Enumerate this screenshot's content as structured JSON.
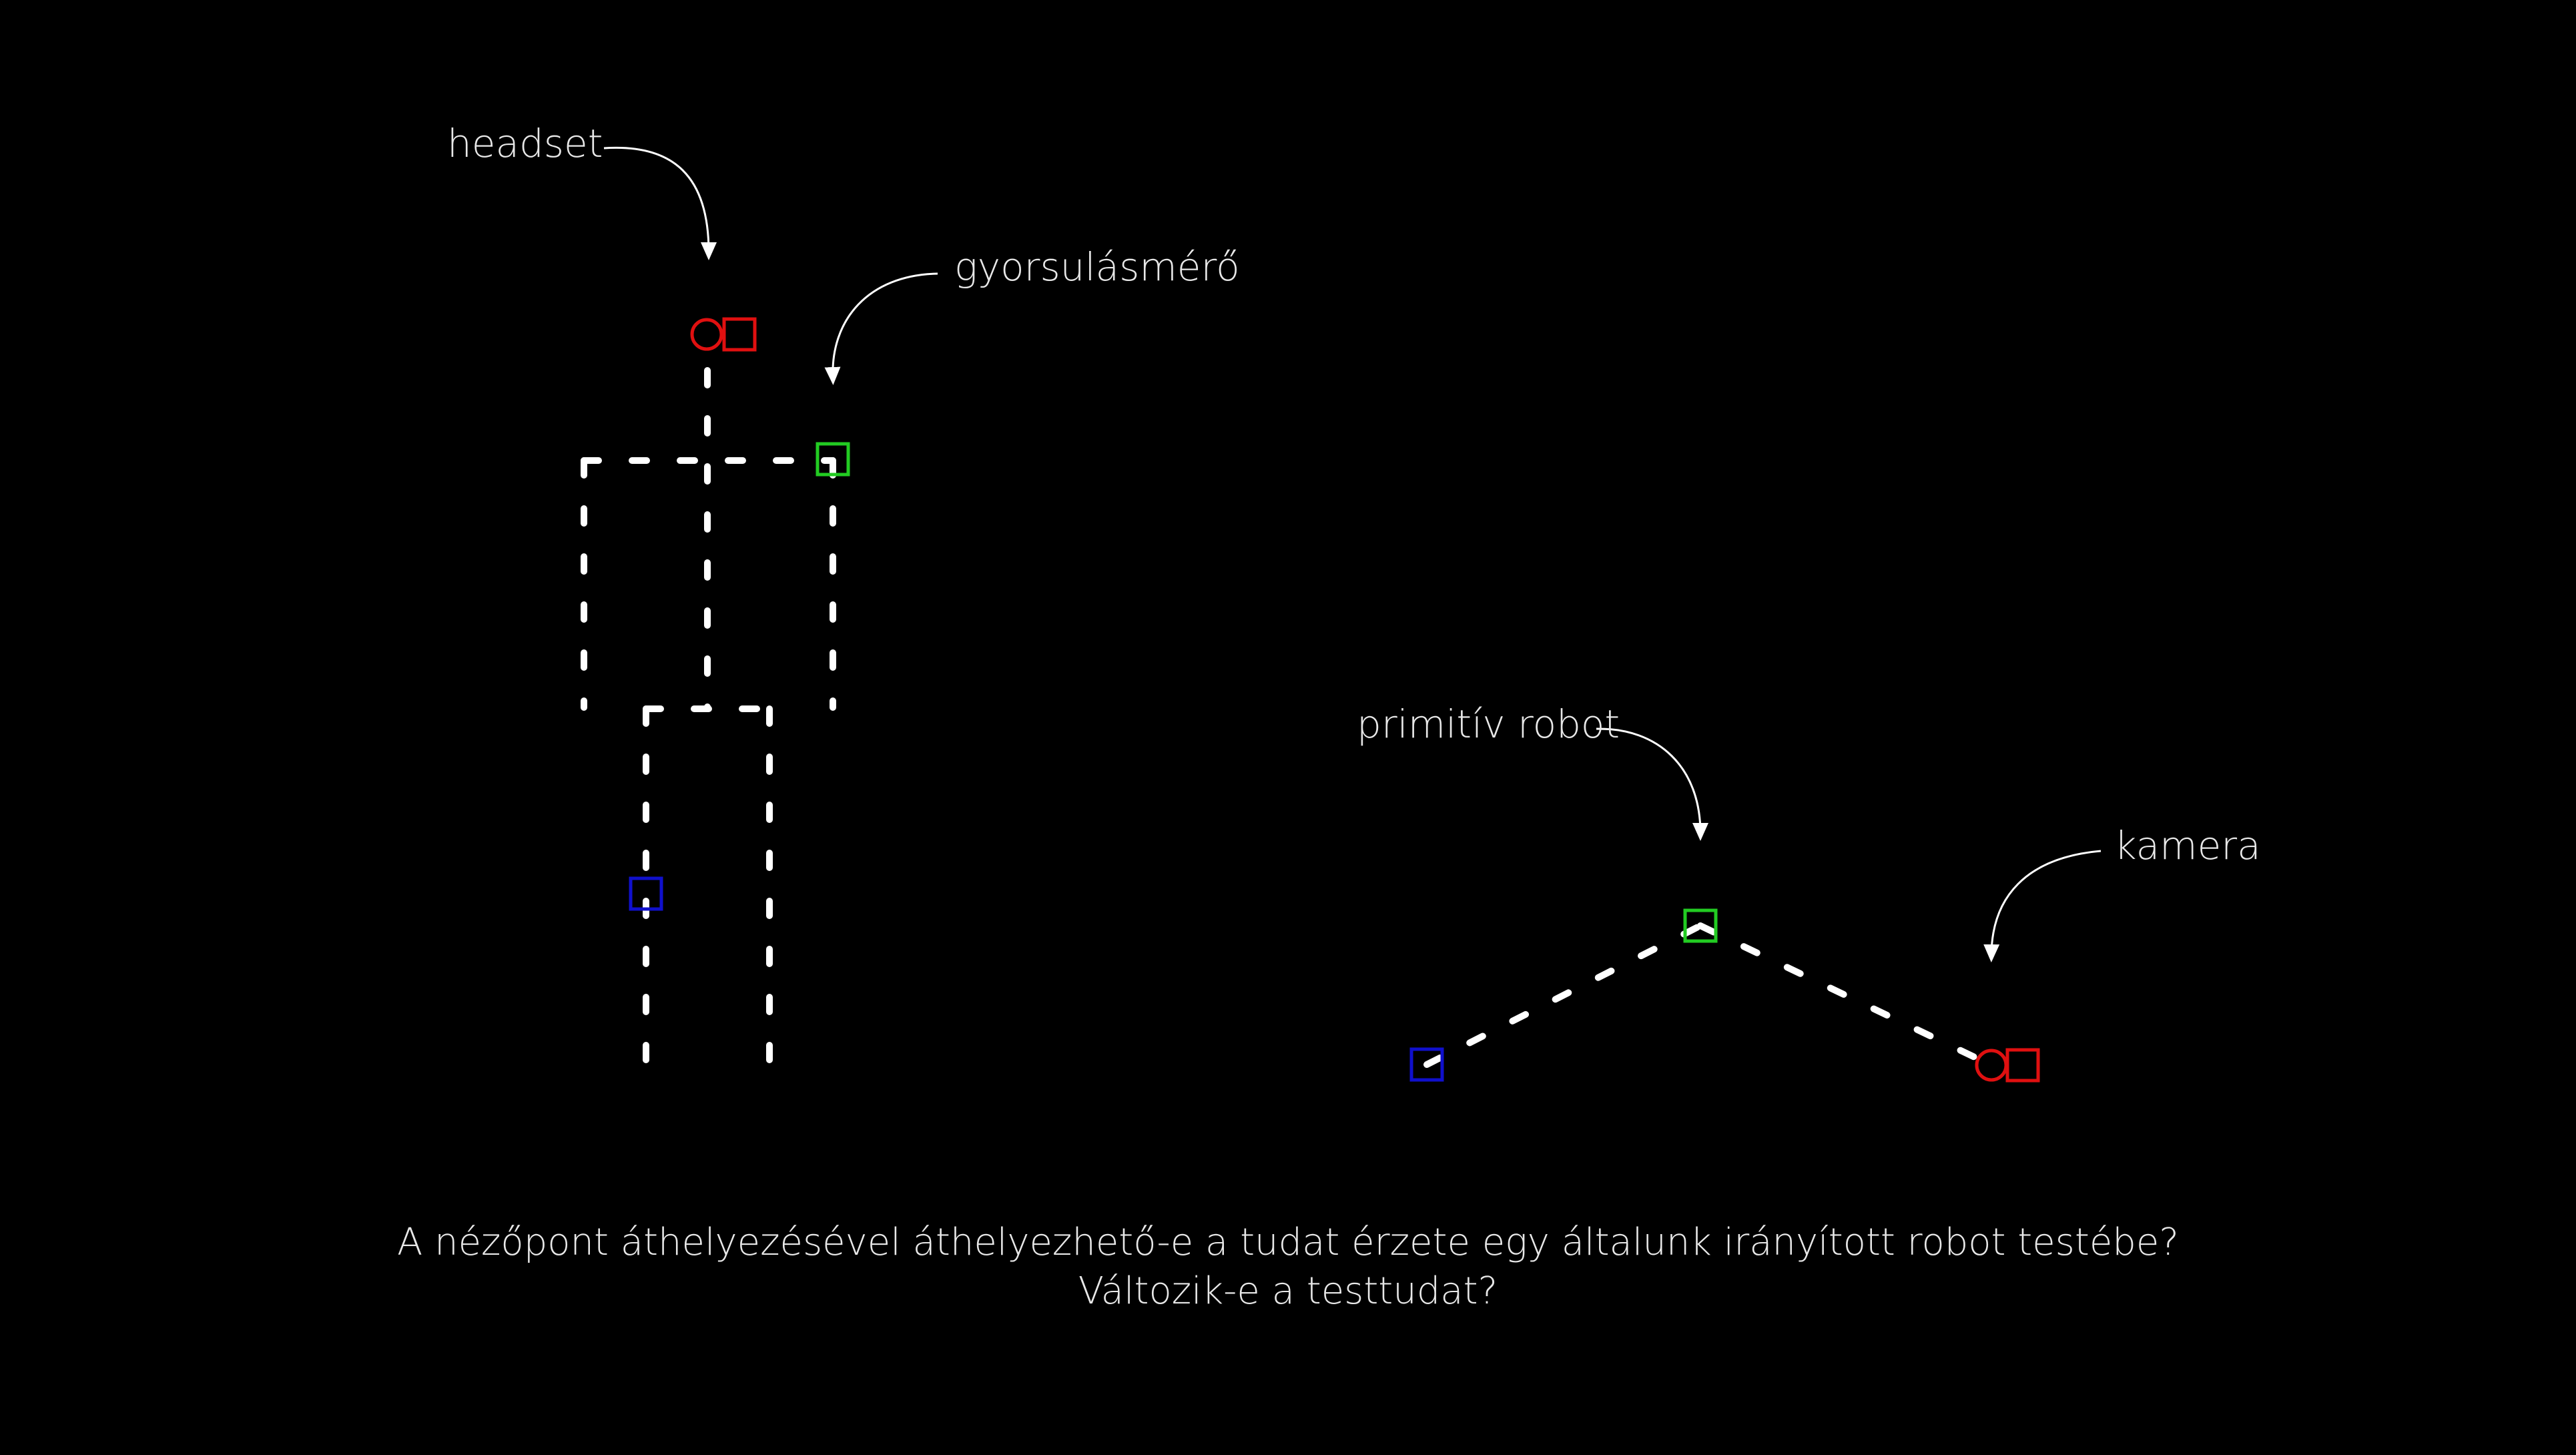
{
  "labels": {
    "headset": "headset",
    "accelerometer": "gyorsulásmérő",
    "robot": "primitív robot",
    "camera": "kamera"
  },
  "caption": {
    "line1": "A nézőpont áthelyezésével áthelyezhető-e a tudat érzete egy általunk irányított robot testébe?",
    "line2": "Változik-e a testtudat?"
  },
  "colors": {
    "background": "#000000",
    "skeleton": "#ffffff",
    "headset": "#e01010",
    "accelerometer": "#22cc22",
    "hand_sensor": "#1010cc",
    "camera": "#e01010"
  }
}
